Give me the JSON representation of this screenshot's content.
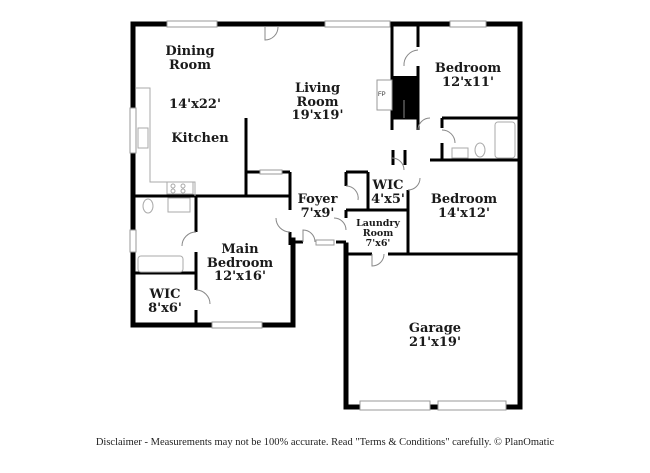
{
  "floorplan": {
    "rooms": [
      {
        "id": "dining",
        "name": "Dining Room",
        "lines": [
          "Dining",
          "Room"
        ]
      },
      {
        "id": "kitchen",
        "name": "Kitchen",
        "dims": "14'x22'",
        "lines": [
          "Kitchen"
        ]
      },
      {
        "id": "living",
        "name": "Living Room",
        "dims": "19'x19'",
        "lines": [
          "Living",
          "Room",
          "19'x19'"
        ]
      },
      {
        "id": "bedroom2",
        "name": "Bedroom",
        "dims": "12'x11'",
        "lines": [
          "Bedroom",
          "12'x11'"
        ]
      },
      {
        "id": "foyer",
        "name": "Foyer",
        "dims": "7'x9'",
        "lines": [
          "Foyer",
          "7'x9'"
        ]
      },
      {
        "id": "wic_small",
        "name": "WIC",
        "dims": "4'x5'",
        "lines": [
          "WIC",
          "4'x5'"
        ]
      },
      {
        "id": "bedroom3",
        "name": "Bedroom",
        "dims": "14'x12'",
        "lines": [
          "Bedroom",
          "14'x12'"
        ]
      },
      {
        "id": "laundry",
        "name": "Laundry Room",
        "dims": "7'x6'",
        "lines": [
          "Laundry",
          "Room",
          "7'x6'"
        ]
      },
      {
        "id": "main_bedroom",
        "name": "Main Bedroom",
        "dims": "12'x16'",
        "lines": [
          "Main",
          "Bedroom",
          "12'x16'"
        ]
      },
      {
        "id": "wic_main",
        "name": "WIC",
        "dims": "8'x6'",
        "lines": [
          "WIC",
          "8'x6'"
        ]
      },
      {
        "id": "garage",
        "name": "Garage",
        "dims": "21'x19'",
        "lines": [
          "Garage",
          "21'x19'"
        ]
      }
    ],
    "fireplace_label": "FP",
    "kitchen_dims": "14'x22'"
  },
  "disclaimer": "Disclaimer - Measurements may not be 100% accurate. Read \"Terms & Conditions\" carefully. © PlanOmatic",
  "colors": {
    "wall": "#000000",
    "fixture": "#888888",
    "background": "#ffffff"
  }
}
